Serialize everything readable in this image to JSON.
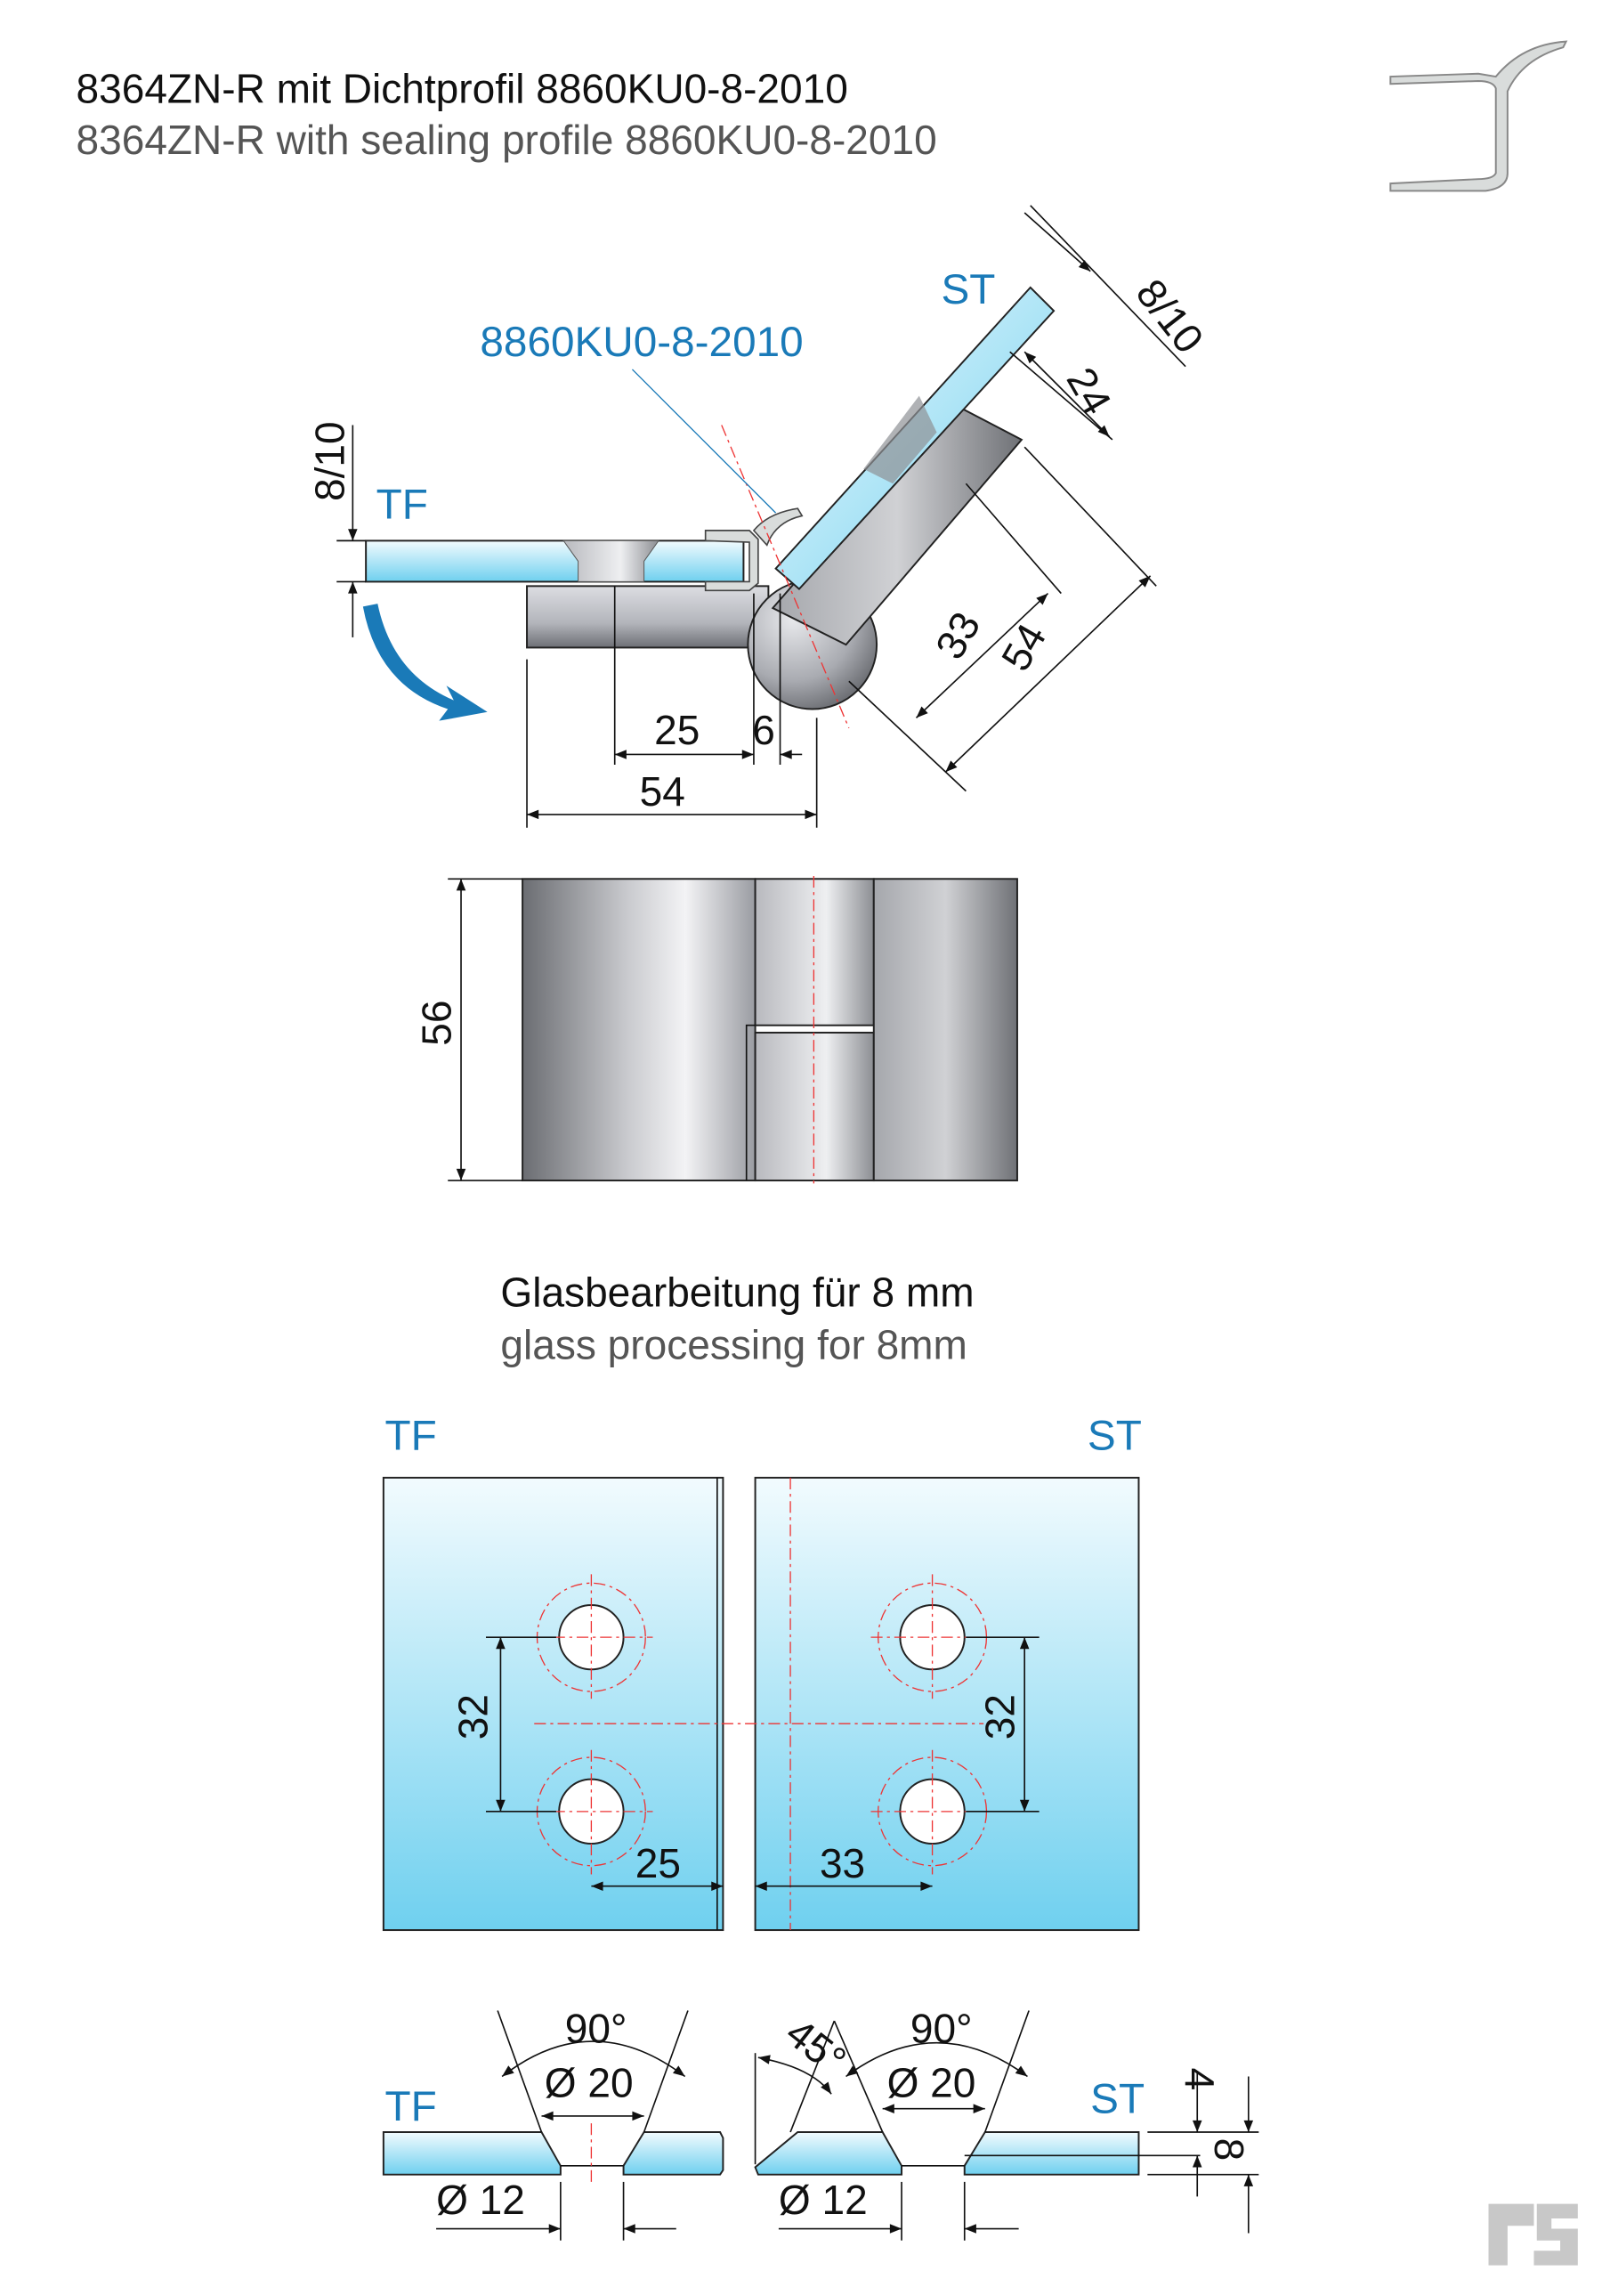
{
  "header": {
    "title_de": "8364ZN-R mit Dichtprofil 8860KU0-8-2010",
    "title_en": "8364ZN-R with sealing profile 8860KU0-8-2010"
  },
  "top_view": {
    "label_st": "ST",
    "label_tf": "TF",
    "profile_label": "8860KU0-8-2010",
    "dim_glass_thickness_tf": "8/10",
    "dim_glass_thickness_st": "8/10",
    "dim_24": "24",
    "dim_33": "33",
    "dim_54_diag": "54",
    "dim_25": "25",
    "dim_6": "6",
    "dim_54": "54"
  },
  "front_view": {
    "dim_height": "56"
  },
  "glass_processing": {
    "title_de": "Glasbearbeitung für 8 mm",
    "title_en": "glass processing for 8mm",
    "label_tf": "TF",
    "label_st": "ST",
    "dim_32_left": "32",
    "dim_32_right": "32",
    "dim_25": "25",
    "dim_33": "33"
  },
  "sections": {
    "tf": {
      "label": "TF",
      "angle": "90°",
      "countersink": "Ø 20",
      "hole": "Ø 12"
    },
    "st": {
      "label": "ST",
      "angle": "90°",
      "bevel_angle": "45°",
      "countersink": "Ø 20",
      "hole": "Ø 12",
      "dim_4": "4",
      "dim_8": "8"
    }
  },
  "colors": {
    "accent_blue": "#1a7ab8",
    "glass_light": "#eaf8fd",
    "glass_dark": "#6fd0ef",
    "centerline": "#e33"
  }
}
